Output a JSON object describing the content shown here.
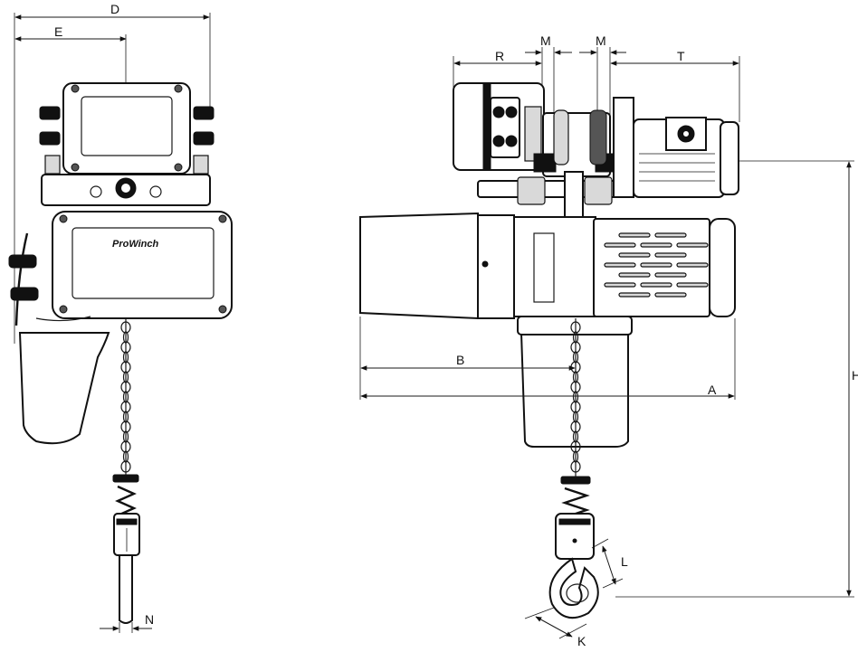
{
  "brand": "ProWinch",
  "dimensions": {
    "D": "D",
    "E": "E",
    "N": "N",
    "R": "R",
    "M1": "M",
    "M2": "M",
    "T": "T",
    "B": "B",
    "A": "A",
    "H": "H",
    "L": "L",
    "K": "K"
  }
}
